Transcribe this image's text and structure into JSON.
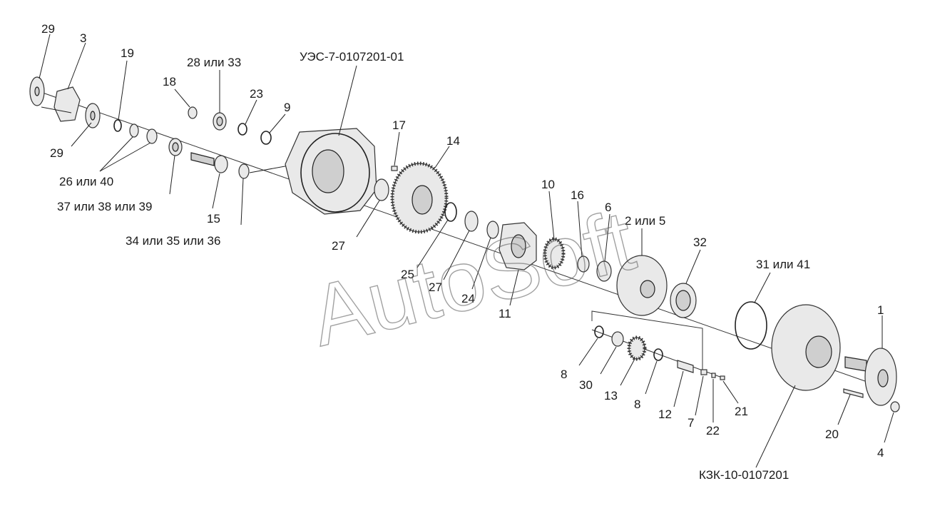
{
  "watermark": "AutoSoft",
  "assembly_labels": {
    "top_assembly": "УЭС-7-0107201-01",
    "bottom_assembly": "КЗК-10-0107201"
  },
  "part_labels": {
    "p29a": "29",
    "p3": "3",
    "p19": "19",
    "p29b": "29",
    "p26_40": "26 или 40",
    "p37_38_39": "37 или 38 или 39",
    "p18": "18",
    "p28_33": "28 или 33",
    "p23": "23",
    "p9": "9",
    "p15": "15",
    "p34_35_36": "34 или 35 или 36",
    "p17": "17",
    "p14": "14",
    "p27a": "27",
    "p25": "25",
    "p27b": "27",
    "p24": "24",
    "p10": "10",
    "p16": "16",
    "p6": "6",
    "p2_5": "2 или 5",
    "p32": "32",
    "p11": "11",
    "p31_41": "31 или 41",
    "p1": "1",
    "p8a": "8",
    "p30": "30",
    "p13": "13",
    "p8b": "8",
    "p12": "12",
    "p7": "7",
    "p22": "22",
    "p21": "21",
    "p20": "20",
    "p4": "4"
  }
}
